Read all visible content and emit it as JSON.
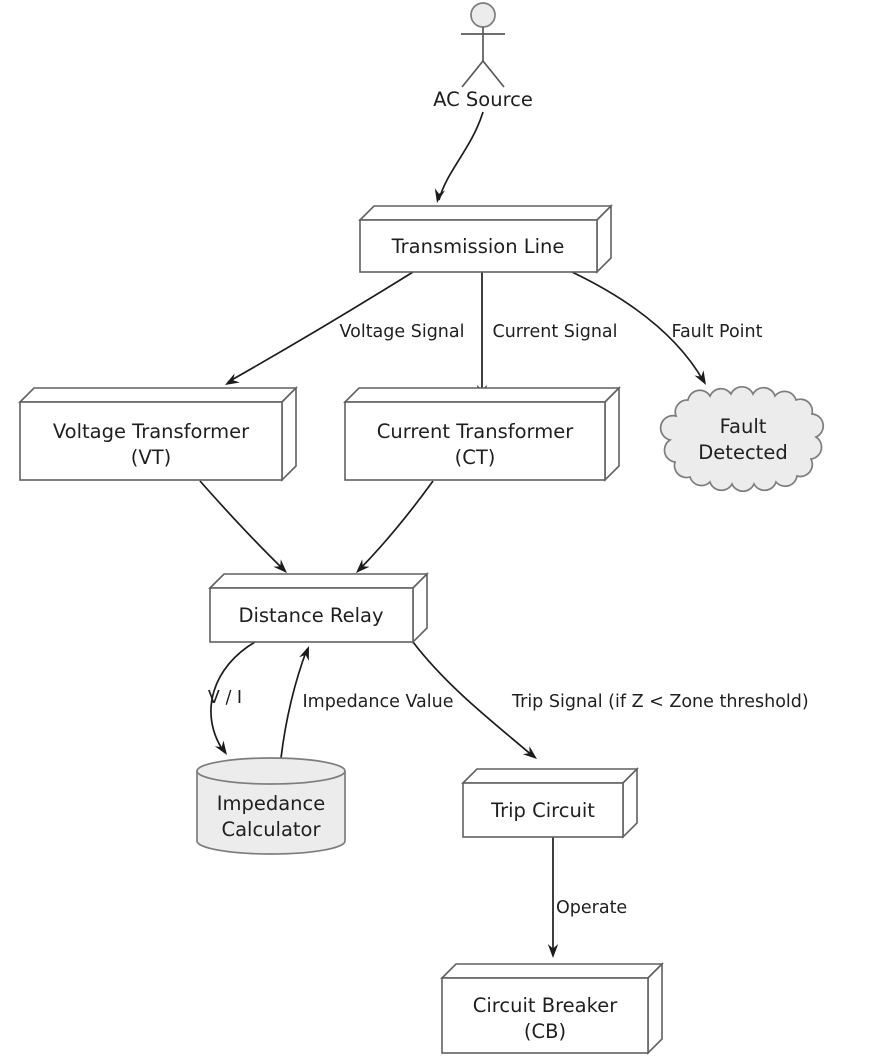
{
  "diagram": {
    "title_hidden": "",
    "actor": {
      "label": "AC Source"
    },
    "nodes": {
      "transmission_line": {
        "label": "Transmission Line"
      },
      "voltage_transformer": {
        "line1": "Voltage Transformer",
        "line2": "(VT)"
      },
      "current_transformer": {
        "line1": "Current Transformer",
        "line2": "(CT)"
      },
      "fault_detected": {
        "line1": "Fault",
        "line2": "Detected"
      },
      "distance_relay": {
        "label": "Distance Relay"
      },
      "impedance_calculator": {
        "line1": "Impedance",
        "line2": "Calculator"
      },
      "trip_circuit": {
        "label": "Trip Circuit"
      },
      "circuit_breaker": {
        "line1": "Circuit Breaker",
        "line2": "(CB)"
      }
    },
    "edge_labels": {
      "voltage_signal": "Voltage Signal",
      "current_signal": "Current Signal",
      "fault_point": "Fault Point",
      "v_over_i": "V / I",
      "impedance_value": "Impedance Value",
      "trip_signal": "Trip Signal (if Z < Zone threshold)",
      "operate": "Operate"
    },
    "colors": {
      "background": "#ffffff",
      "node_fill": "#ffffff",
      "node_stroke": "#616161",
      "shade_fill": "#ececec",
      "shade_stroke": "#7d7d7d",
      "edge_stroke": "#1c1c1c",
      "text": "#1f1f1f"
    }
  }
}
